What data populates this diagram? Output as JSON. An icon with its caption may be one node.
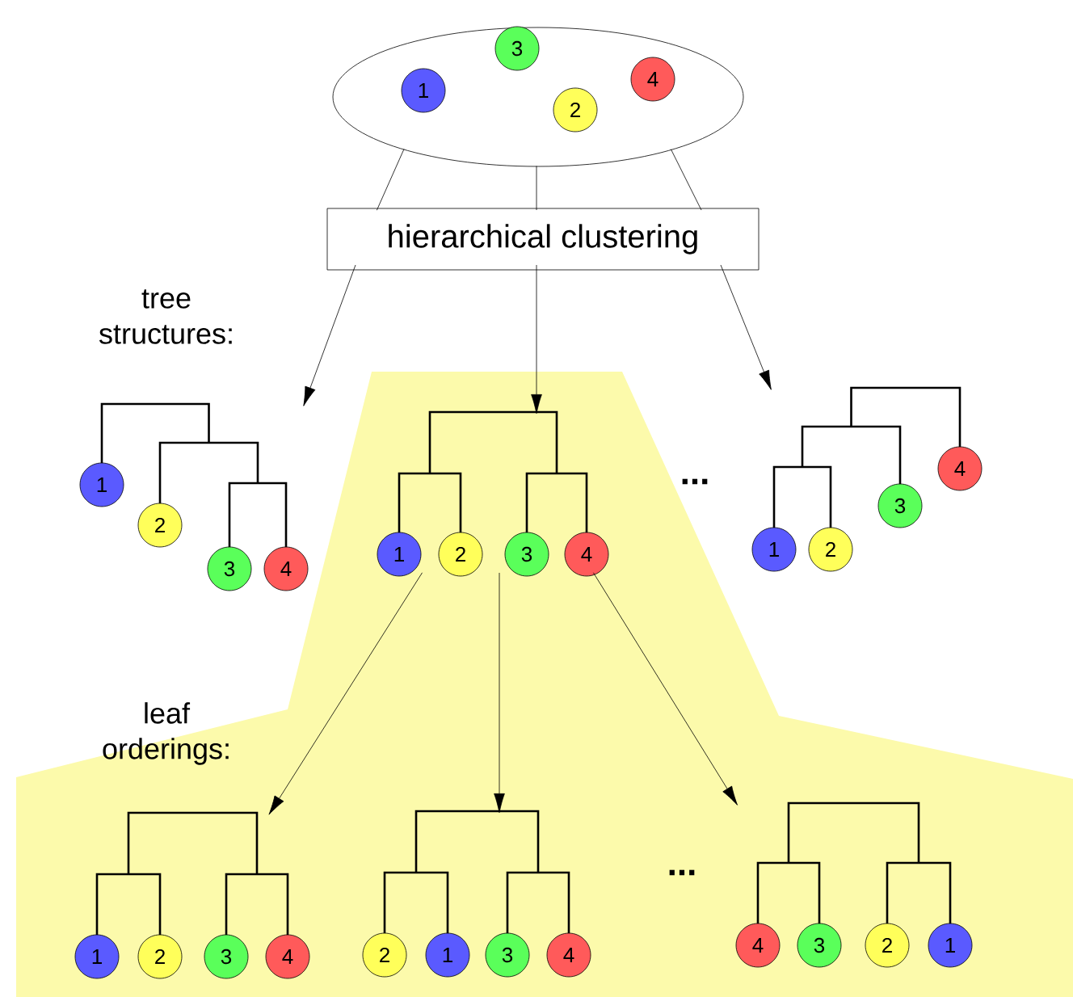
{
  "diagram": {
    "nodes": [
      {
        "text": [],
        "shape": "ellipse"
      },
      {
        "text": [
          "1"
        ],
        "in": 0
      },
      {
        "text": [
          "3"
        ],
        "in": 0
      },
      {
        "text": [
          "2"
        ],
        "in": 0
      },
      {
        "text": [
          "4"
        ],
        "in": 0
      },
      {
        "text": [
          "hierarchical clustering"
        ]
      },
      {
        "text": [],
        "shape": "picture"
      },
      {
        "text": [
          "1"
        ],
        "in": 6
      },
      {
        "text": [
          "2"
        ],
        "in": 6
      },
      {
        "text": [
          "3"
        ],
        "in": 6
      },
      {
        "text": [
          "4"
        ],
        "in": 6
      },
      {
        "text": [],
        "shape": "picture"
      },
      {
        "text": [
          "1"
        ],
        "in": 11
      },
      {
        "text": [
          "2"
        ],
        "in": 11
      },
      {
        "text": [
          "3"
        ],
        "in": 11
      },
      {
        "text": [
          "4"
        ],
        "in": 11
      },
      {
        "text": [],
        "shape": "picture"
      },
      {
        "text": [
          "1"
        ],
        "in": 16
      },
      {
        "text": [
          "2"
        ],
        "in": 16
      },
      {
        "text": [
          "3"
        ],
        "in": 16
      },
      {
        "text": [
          "4"
        ],
        "in": 16
      },
      {
        "text": [],
        "shape": "picture"
      },
      {
        "text": [
          "1"
        ],
        "in": 21
      },
      {
        "text": [
          "2"
        ],
        "in": 21
      },
      {
        "text": [
          "3"
        ],
        "in": 21
      },
      {
        "text": [
          "4"
        ],
        "in": 21
      },
      {
        "text": [],
        "shape": "picture"
      },
      {
        "text": [
          "2"
        ],
        "in": 26
      },
      {
        "text": [
          "1"
        ],
        "in": 26
      },
      {
        "text": [
          "3"
        ],
        "in": 26
      },
      {
        "text": [
          "4"
        ],
        "in": 26
      },
      {
        "text": [],
        "shape": "picture"
      },
      {
        "text": [
          "4"
        ],
        "in": 31
      },
      {
        "text": [
          "3"
        ],
        "in": 31
      },
      {
        "text": [
          "2"
        ],
        "in": 31
      },
      {
        "text": [
          "1"
        ],
        "in": 31
      }
    ],
    "edges": [
      {
        "from": 0,
        "to": 5,
        "arrow": "none"
      },
      {
        "from": 0,
        "to": 5,
        "arrow": "none"
      },
      {
        "from": 0,
        "to": 5,
        "arrow": "none"
      },
      {
        "from": 5,
        "to": 6,
        "arrow": "to"
      },
      {
        "from": 5,
        "to": 11,
        "arrow": "to"
      },
      {
        "from": 5,
        "to": 16,
        "arrow": "to"
      },
      {
        "from": 11,
        "to": 21,
        "arrow": "to"
      },
      {
        "from": 11,
        "to": 26,
        "arrow": "to"
      },
      {
        "from": 11,
        "to": 31,
        "arrow": "to"
      }
    ],
    "labels": [
      "tree structures:",
      "...",
      "leaf orderings:",
      "..."
    ]
  }
}
